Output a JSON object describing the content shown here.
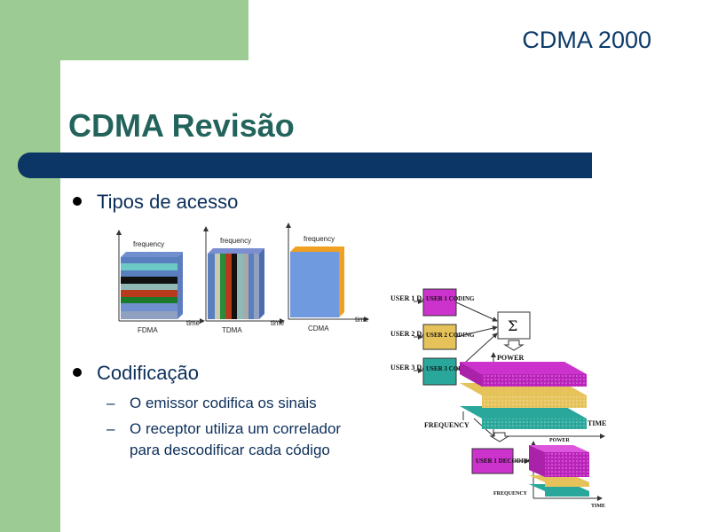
{
  "header": "CDMA 2000",
  "title": "CDMA Revisão",
  "bullets": [
    {
      "text": "Tipos de acesso"
    },
    {
      "text": "Codificação"
    }
  ],
  "sub_bullets": [
    "O emissor codifica os sinais",
    "O receptor utiliza um correlador para descodificar cada código"
  ],
  "access_diagram": {
    "axis_frequency": "frequency",
    "axis_time": "time",
    "schemes": [
      "FDMA",
      "TDMA",
      "CDMA"
    ]
  },
  "coding_diagram": {
    "users": [
      {
        "data": "USER 1 DATA",
        "coding": "USER 1 CODING",
        "color": "#cc33cc"
      },
      {
        "data": "USER 2 DATA",
        "coding": "USER 2 CODING",
        "color": "#e6c35a"
      },
      {
        "data": "USER 3 DATA",
        "coding": "USER 3 CODING",
        "color": "#2aa79b"
      }
    ],
    "sum_symbol": "Σ",
    "power": "POWER",
    "time": "TIME",
    "frequency": "FREQUENCY",
    "decoding": "USER 1 DECODING"
  },
  "colors": {
    "green_bg": "#9dcb94",
    "title_bar": "#0c3665",
    "title_text": "#22635c"
  }
}
